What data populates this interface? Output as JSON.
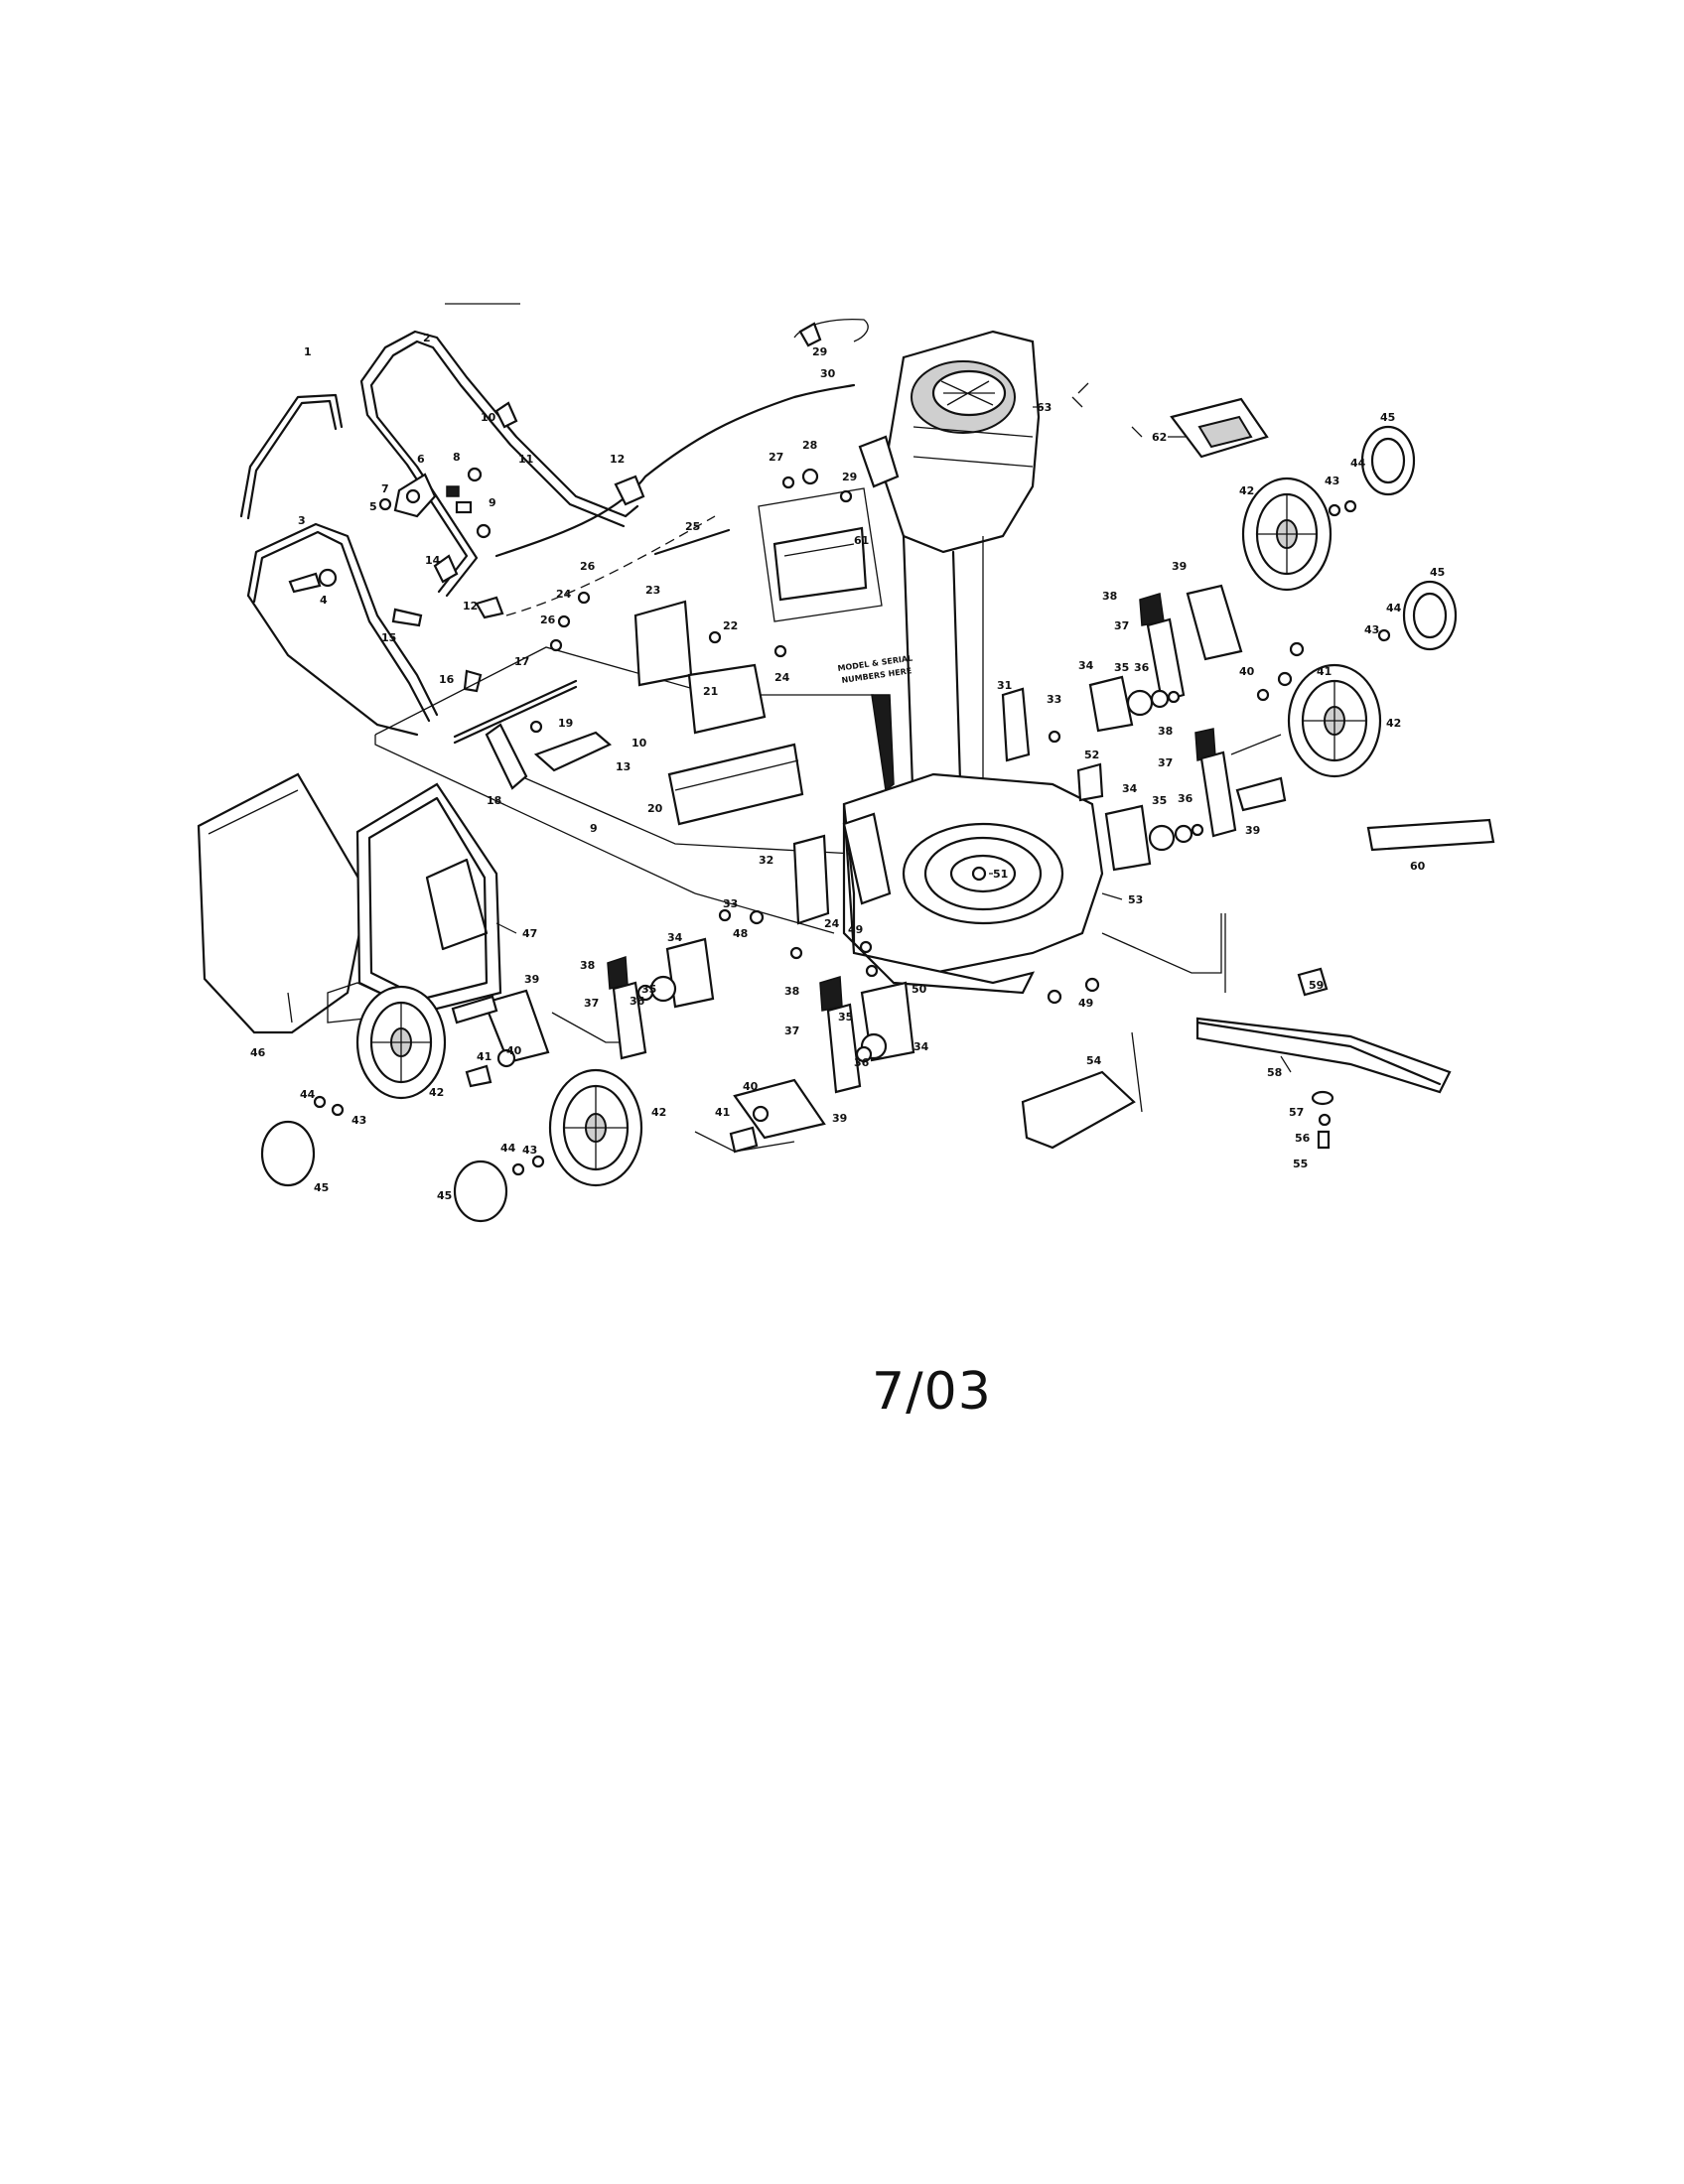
{
  "diagram": {
    "callouts": {
      "c1": "1",
      "c2": "2",
      "c3": "3",
      "c4": "4",
      "c5": "5",
      "c6": "6",
      "c7": "7",
      "c8": "8",
      "c9": "9",
      "c9b": "9",
      "c10": "10",
      "c10b": "10",
      "c11": "11",
      "c12": "12",
      "c12b": "12",
      "c13": "13",
      "c14": "14",
      "c15": "15",
      "c16": "16",
      "c17": "17",
      "c18": "18",
      "c19": "19",
      "c20": "20",
      "c21": "21",
      "c22": "22",
      "c23": "23",
      "c24": "24",
      "c24b": "24",
      "c24c": "24",
      "c25": "25",
      "c26": "26",
      "c26b": "26",
      "c27": "27",
      "c28": "28",
      "c29": "29",
      "c29b": "29",
      "c30": "30",
      "c31": "31",
      "c32": "32",
      "c33": "33",
      "c33b": "33",
      "c34": "34",
      "c34b": "34",
      "c34c": "34",
      "c34d": "34",
      "c35": "35",
      "c35b": "35",
      "c35c": "35",
      "c35d": "35",
      "c36": "36",
      "c36b": "36",
      "c36c": "36",
      "c36d": "36",
      "c37": "37",
      "c37b": "37",
      "c37c": "37",
      "c37d": "37",
      "c38": "38",
      "c38b": "38",
      "c38c": "38",
      "c38d": "38",
      "c39": "39",
      "c39b": "39",
      "c39c": "39",
      "c39d": "39",
      "c40": "40",
      "c40b": "40",
      "c40c": "40",
      "c41": "41",
      "c41b": "41",
      "c41c": "41",
      "c42": "42",
      "c42b": "42",
      "c42c": "42",
      "c42d": "42",
      "c43": "43",
      "c43b": "43",
      "c43c": "43",
      "c43d": "43",
      "c44": "44",
      "c44b": "44",
      "c44c": "44",
      "c44d": "44",
      "c45": "45",
      "c45b": "45",
      "c45c": "45",
      "c45d": "45",
      "c46": "46",
      "c47": "47",
      "c48": "48",
      "c49": "49",
      "c49b": "49",
      "c50": "50",
      "c51": "51",
      "c52": "52",
      "c53": "53",
      "c54": "54",
      "c55": "55",
      "c56": "56",
      "c57": "57",
      "c58": "58",
      "c59": "59",
      "c60": "60",
      "c61": "61",
      "c62": "62",
      "c63": "63"
    },
    "serial_note_line1": "MODEL & SERIAL",
    "serial_note_line2": "NUMBERS HERE",
    "date_code": "7/03"
  }
}
